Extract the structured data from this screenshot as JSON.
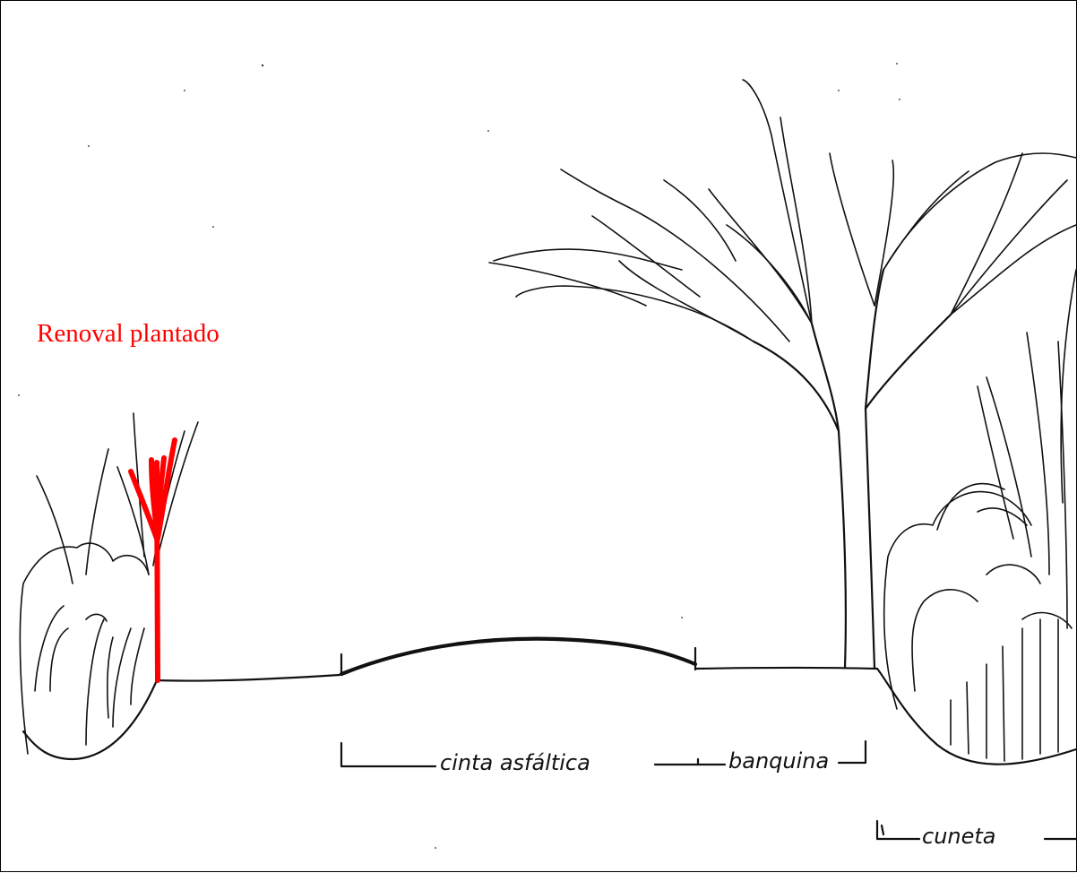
{
  "labels": {
    "renewal": "Renoval plantado",
    "road_surface": "cinta asfáltica",
    "shoulder": "banquina",
    "ditch": "cuneta"
  },
  "colors": {
    "ink": "#111111",
    "highlight": "#ff0000",
    "background": "#ffffff"
  }
}
